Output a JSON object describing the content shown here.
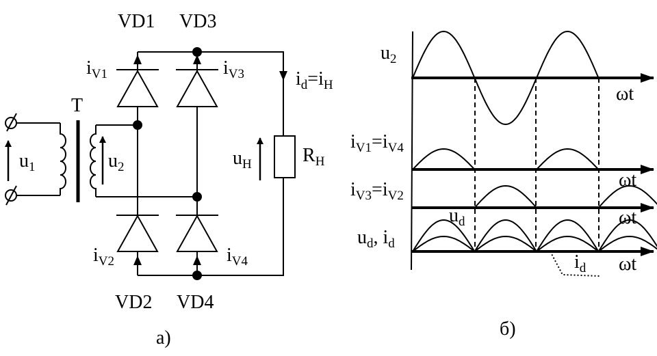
{
  "circuit": {
    "vd1": "VD1",
    "vd2": "VD2",
    "vd3": "VD3",
    "vd4": "VD4",
    "transformer": "T",
    "u1": {
      "main": "u",
      "sub": "1"
    },
    "u2": {
      "main": "u",
      "sub": "2"
    },
    "uh": {
      "main": "u",
      "sub": "Н"
    },
    "rh": {
      "main": "R",
      "sub": "Н"
    },
    "iv1": {
      "main": "i",
      "sub": "V1"
    },
    "iv2": {
      "main": "i",
      "sub": "V2"
    },
    "iv3": {
      "main": "i",
      "sub": "V3"
    },
    "iv4": {
      "main": "i",
      "sub": "V4"
    },
    "id_ih": {
      "a": "i",
      "a_sub": "d",
      "eq": "=",
      "b": "i",
      "b_sub": "Н"
    },
    "caption": "а)"
  },
  "waveforms": {
    "u2": {
      "main": "u",
      "sub": "2"
    },
    "iv1_iv4": {
      "a": "i",
      "a_sub": "V1",
      "eq": "=",
      "b": "i",
      "b_sub": "V4"
    },
    "iv3_iv2": {
      "a": "i",
      "a_sub": "V3",
      "eq": "=",
      "b": "i",
      "b_sub": "V2"
    },
    "ud_label": {
      "main": "u",
      "sub": "d"
    },
    "ud_id": {
      "a": "u",
      "a_sub": "d",
      "sep": ", ",
      "b": "i",
      "b_sub": "d"
    },
    "id_label": {
      "main": "i",
      "sub": "d"
    },
    "omega_t": "ωt",
    "caption": "б)"
  }
}
